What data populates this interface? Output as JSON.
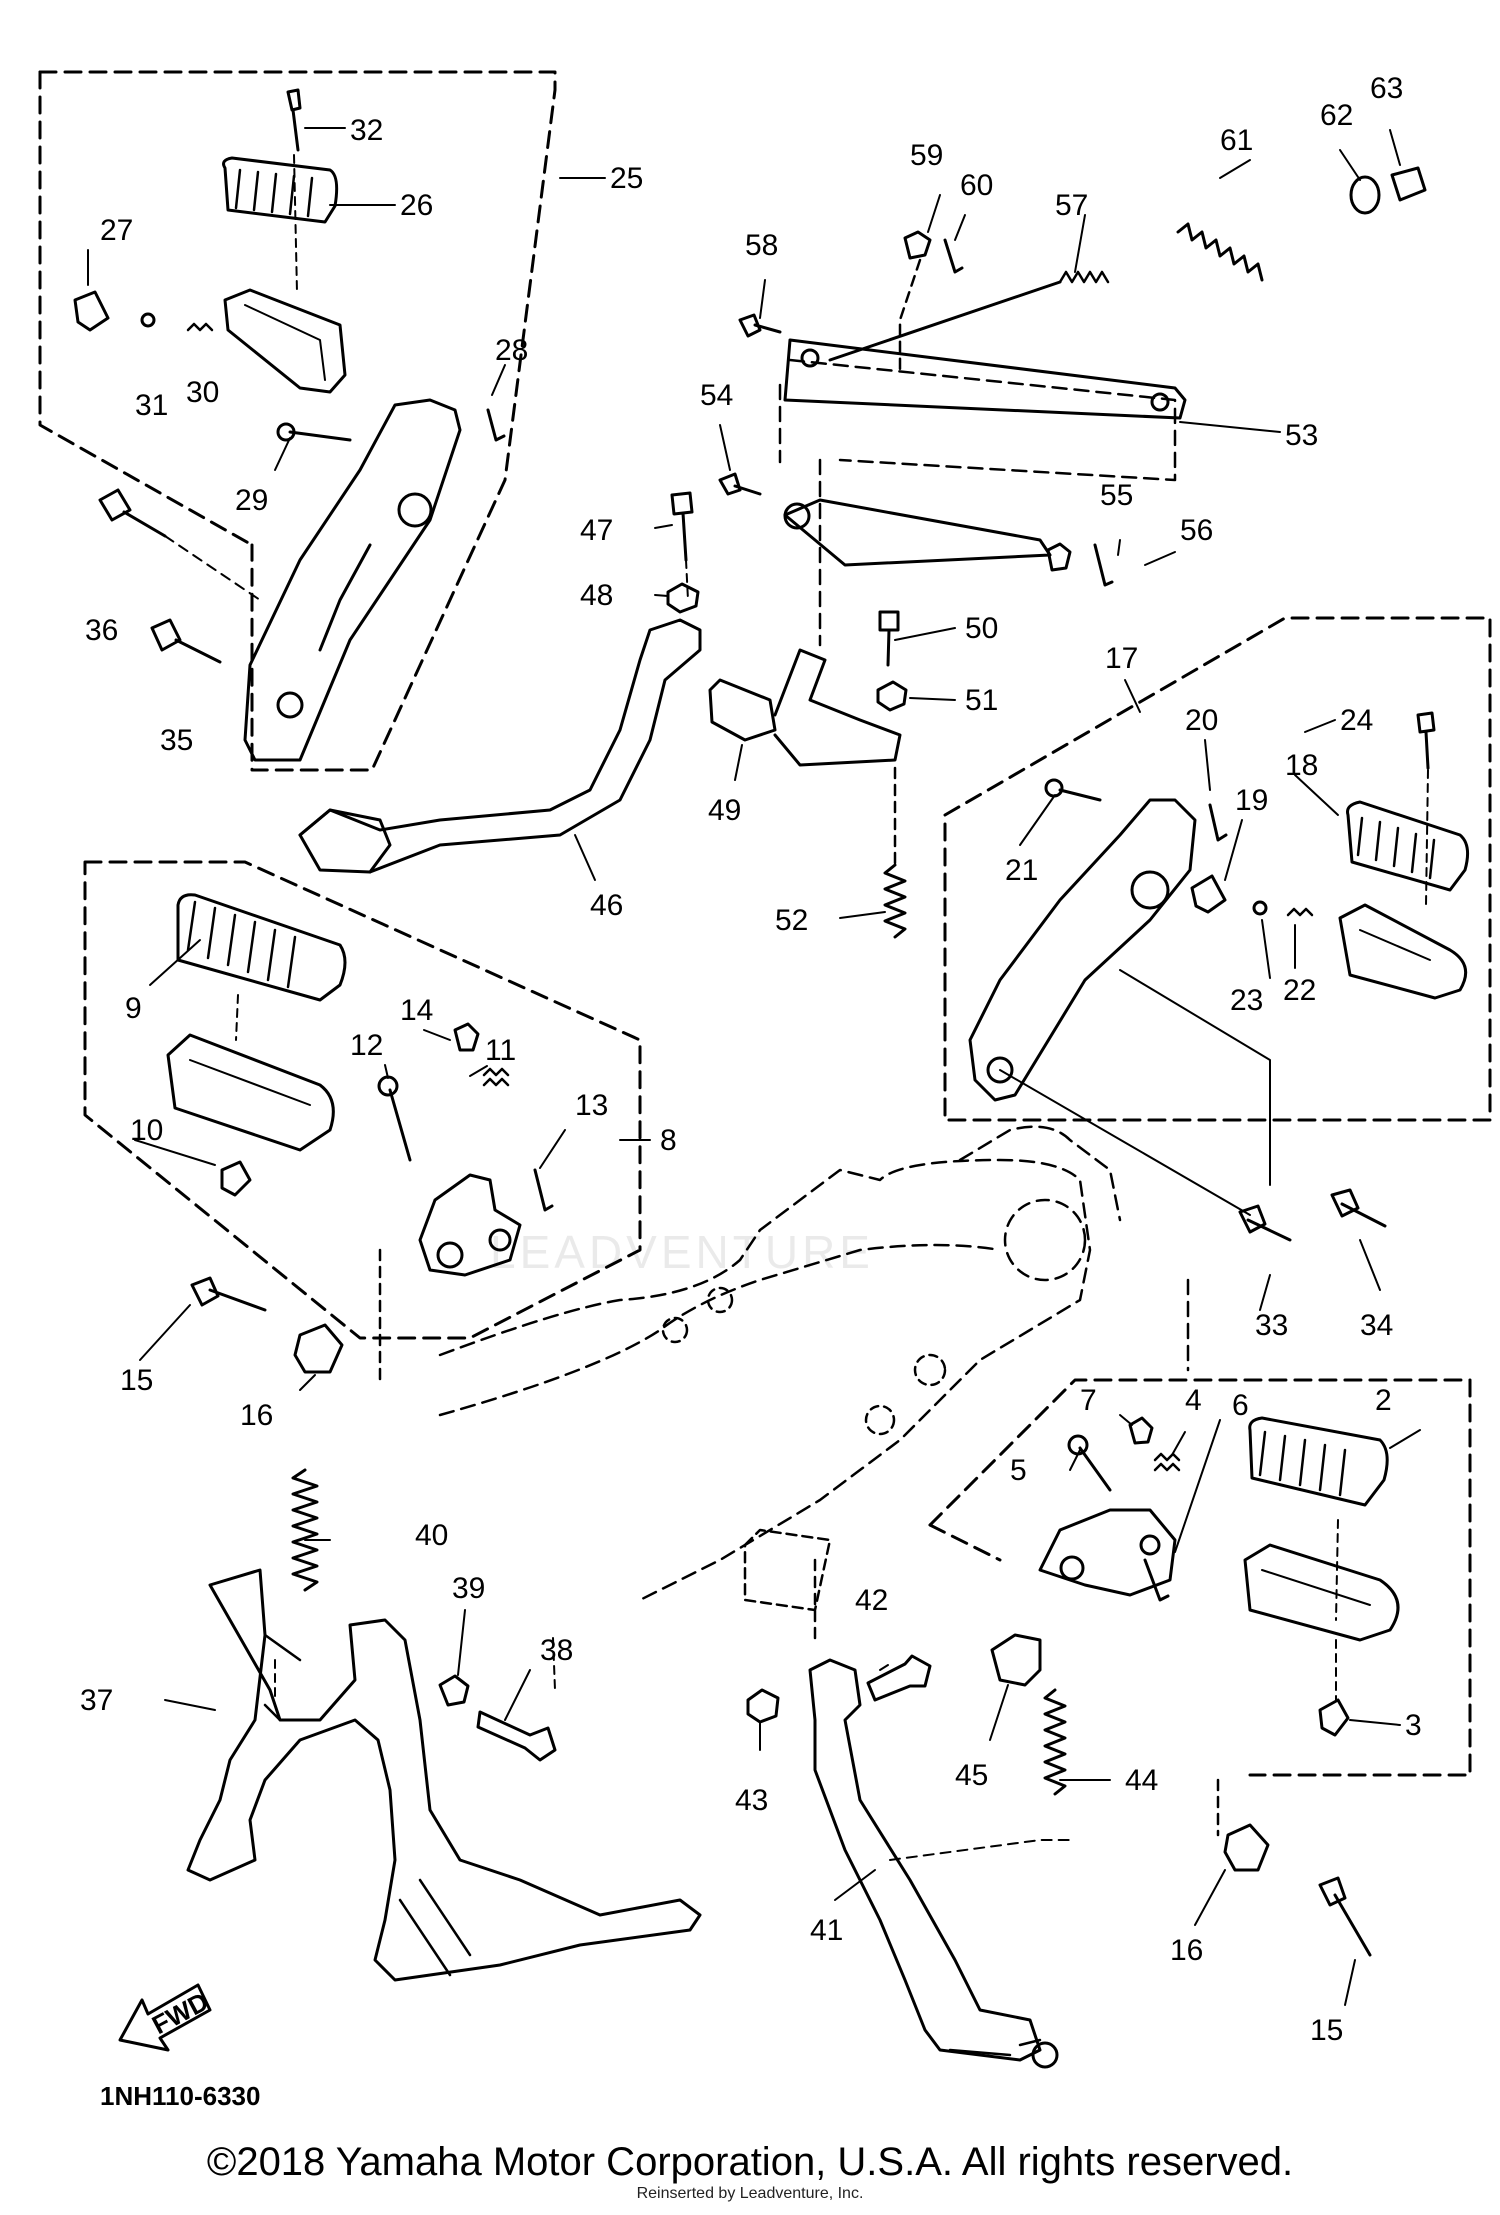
{
  "diagram": {
    "ref_code": "1NH110-6330",
    "direction_label": "FWD",
    "copyright": "©2018 Yamaha Motor Corporation, U.S.A. All rights reserved.",
    "watermark_small": "Reinserted by Leadventure, Inc.",
    "watermark_label": "LEADVENTURE",
    "callouts": {
      "c2": "2",
      "c3": "3",
      "c4": "4",
      "c5": "5",
      "c6": "6",
      "c7": "7",
      "c8": "8",
      "c9": "9",
      "c10": "10",
      "c11": "11",
      "c12": "12",
      "c13": "13",
      "c14": "14",
      "c15a": "15",
      "c15b": "15",
      "c16a": "16",
      "c16b": "16",
      "c17": "17",
      "c18": "18",
      "c19": "19",
      "c20": "20",
      "c21": "21",
      "c22": "22",
      "c23": "23",
      "c24": "24",
      "c25": "25",
      "c26": "26",
      "c27": "27",
      "c28": "28",
      "c29": "29",
      "c30": "30",
      "c31": "31",
      "c32": "32",
      "c33": "33",
      "c34": "34",
      "c35": "35",
      "c36": "36",
      "c37": "37",
      "c38": "38",
      "c39": "39",
      "c40": "40",
      "c41": "41",
      "c42": "42",
      "c43": "43",
      "c44": "44",
      "c45": "45",
      "c46": "46",
      "c47": "47",
      "c48": "48",
      "c49": "49",
      "c50": "50",
      "c51": "51",
      "c52": "52",
      "c53": "53",
      "c54": "54",
      "c55": "55",
      "c56": "56",
      "c57": "57",
      "c58": "58",
      "c59": "59",
      "c60": "60",
      "c61": "61",
      "c62": "62",
      "c63": "63"
    }
  }
}
